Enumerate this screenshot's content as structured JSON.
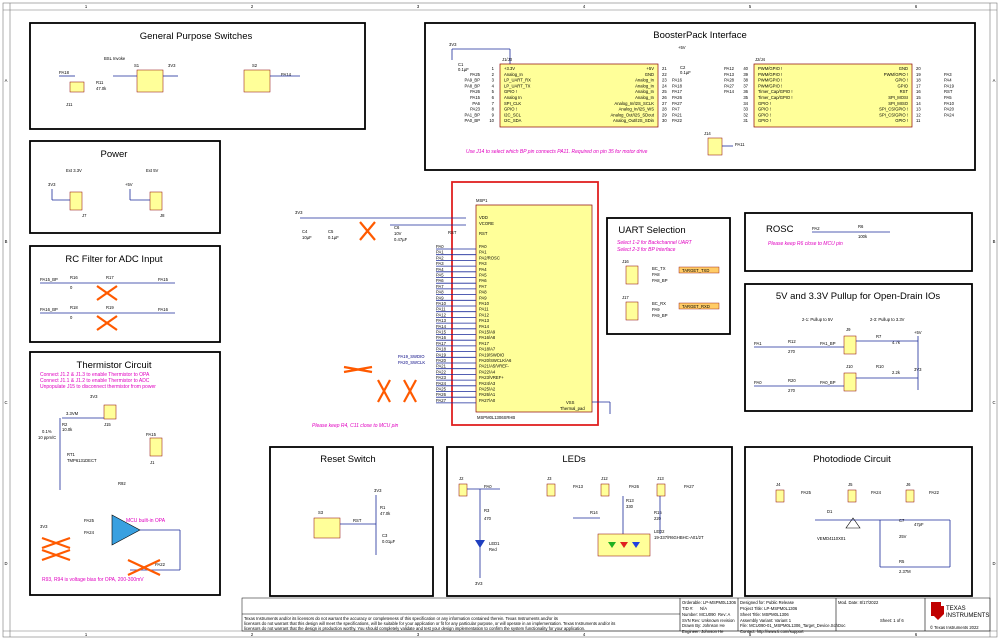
{
  "frame": {
    "columns": [
      "1",
      "2",
      "3",
      "4",
      "5",
      "6"
    ],
    "rows": [
      "A",
      "B",
      "C",
      "D"
    ]
  },
  "sections": {
    "gp_switches": "General Purpose Switches",
    "boosterpack": "BoosterPack Interface",
    "power": "Power",
    "rc_filter": "RC Filter for ADC Input",
    "thermistor": "Thermistor Circuit",
    "uart": "UART Selection",
    "rosc": "ROSC",
    "pullup": "5V and 3.3V Pullup for Open-Drain IOs",
    "reset": "Reset Switch",
    "leds": "LEDs",
    "photodiode": "Photodiode Circuit"
  },
  "notes": {
    "bp_note": "Use J14 to select which BP pin connects PA11.  Required on pin 35 for motor drive",
    "uart_note1": "Select 1-2 for Backchannel UART",
    "uart_note2": "Select 2-3 for BP Interface",
    "rosc_note": "Please keep R6 close to MCU pin",
    "mcu_note": "Please keep R4, C11 close to MCU pin",
    "therm_note1": "Connect J1.2 & J1.3 to enable Thermistor to OPA",
    "therm_note2": "Connect J1.1 & J1.2 to enable Thermistor to ADC",
    "therm_note3": "Unpopulate J15 to disconnect thermistor from power",
    "opa_note": "MCU built-in OPA",
    "bias_note": "R93, R94 is voltage bias for OPA, 200-300mV",
    "pull_a": "2-1: Pullup to 5V",
    "pull_b": "2-3: Pullup to 3.3V"
  },
  "mcu": {
    "ref": "MSP1",
    "part": "MSPM0L1306SRHB",
    "left_pins": [
      "PA0",
      "PA1",
      "PA2/ROSC",
      "PA3",
      "PA4",
      "PA5",
      "PA6",
      "PA7",
      "PA8",
      "PA9",
      "PA10",
      "PA11",
      "PA12",
      "PA13",
      "PA14",
      "PA15/A9",
      "PA16/A8",
      "PA17",
      "PA18/A7",
      "PA19/SWDIO",
      "PA20/SWCLK/A6",
      "PA21/A5/VREF-",
      "PA22/A4",
      "PA23/VREF+",
      "PA24/A3",
      "PA25/A2",
      "PA26/A1",
      "PA27/A0"
    ],
    "left_nets": [
      "PA0",
      "PA1",
      "PA2",
      "PA3",
      "PA4",
      "PA5",
      "PA6",
      "PA7",
      "PA8",
      "PA9",
      "PA10",
      "PA11",
      "PA12",
      "PA13",
      "PA14",
      "PA15",
      "PA16",
      "PA17",
      "PA18",
      "PA19",
      "PA20",
      "PA21",
      "PA22",
      "PA23",
      "PA24",
      "PA25",
      "PA26",
      "PA27"
    ],
    "power_pins": [
      "VDD",
      "VCORE",
      "RST"
    ],
    "vss": "VSS",
    "pad": "Thermal_pad",
    "swdio": "PA19_SWDIO",
    "swclk": "PA20_SWCLK"
  },
  "j1j3": {
    "ref": "J1/J3",
    "left_pins": [
      "+3.3V",
      "Analog_In",
      "LP_UART_RX",
      "LP_UART_TX",
      "GPIO !",
      "Analog In",
      "SPI_CLK",
      "GPIO !",
      "I2C_SCL",
      "I2C_SDA"
    ],
    "right_pins": [
      "+5V",
      "GND",
      "Analog_In",
      "Analog_In",
      "Analog_In",
      "Analog_In",
      "Analog_In/I2S_SCLK",
      "Analog_In/I2S_WS",
      "Analog_Out/I2S_SDout",
      "Analog_Out/I2S_SDin"
    ],
    "left_nums": [
      "1",
      "2",
      "3",
      "4",
      "5",
      "6",
      "7",
      "8",
      "9",
      "10"
    ],
    "right_nums": [
      "21",
      "22",
      "23",
      "24",
      "25",
      "26",
      "27",
      "28",
      "29",
      "30"
    ],
    "left_nets": [
      "",
      "PA25",
      "PA9_BP",
      "PA8_BP",
      "PA26",
      "PA15",
      "PA6",
      "PA23",
      "PA1_BP",
      "PA0_BP"
    ],
    "right_nets": [
      "",
      "",
      "PA16",
      "PA18",
      "PA17",
      "PA26",
      "PA27",
      "PA7",
      "PA21",
      "PA22"
    ]
  },
  "j2j4": {
    "ref": "J2/J4",
    "left_pins": [
      "PWM/GPIO !",
      "PWM/GPIO !",
      "PWM/GPIO !",
      "PWM/GPIO !",
      "Timer_Cap/GPIO !",
      "Timer_Cap/GPIO !",
      "GPIO !",
      "GPIO !",
      "GPIO !",
      "GPIO !"
    ],
    "right_pins": [
      "GND",
      "PWM/GPIO !",
      "GPIO !",
      "GPIO",
      "RST",
      "SPI_MOSI",
      "SPI_MISO",
      "SPI_CS/GPIO !",
      "SPI_CS/GPIO !",
      "GPIO !"
    ],
    "left_nums": [
      "40",
      "39",
      "38",
      "37",
      "36",
      "35",
      "34",
      "33",
      "32",
      "31"
    ],
    "right_nums": [
      "20",
      "19",
      "18",
      "17",
      "16",
      "15",
      "14",
      "13",
      "12",
      "11"
    ],
    "left_nets": [
      "PA12",
      "PA13",
      "PA28",
      "PA27",
      "PA14",
      "",
      "",
      "",
      "",
      ""
    ],
    "right_nets": [
      "",
      "PA3",
      "PA4",
      "PA19",
      "RST",
      "PA5",
      "PA10",
      "PA20",
      "PA24",
      ""
    ]
  },
  "components": {
    "c1": "C1",
    "c1v": "0.1µF",
    "c2": "C2",
    "c2v": "0.1µF",
    "v33": "3V3",
    "v5": "+5V",
    "j14": "J14",
    "pa11": "PA11",
    "s1": "S1",
    "s2": "S2",
    "bsl": "BSL Invoke",
    "r11": "R11",
    "r11v": "47.0k",
    "j11": "J11",
    "pa18": "PA18",
    "pa14": "PA14",
    "ext33": "Ext 3.3V",
    "ext5": "Ext 5V",
    "j7": "J7",
    "j8": "J8",
    "c4": "C4",
    "c4v": "10µF",
    "c5": "C5",
    "c5v": "0.1µF",
    "c6": "C6",
    "c6v1": "10V",
    "c6v2": "0.47µF",
    "r16": "R16",
    "r17": "R17",
    "r18": "R18",
    "r19": "R19",
    "zero": "0",
    "pa15bp": "PA15_BP",
    "pa16bp": "PA16_BP",
    "pa15": "PA15",
    "pa16": "PA16",
    "j16": "J16",
    "j17": "J17",
    "bctx": "BC_TX",
    "pa8": "PA8",
    "pa8bp": "PA8_BP",
    "bcrx": "BC_RX",
    "pa9": "PA9",
    "pa9bp": "PA9_BP",
    "ttx": "TARGET_TXD",
    "trx": "TARGET_RXD",
    "r6": "R6",
    "r6v": "100k",
    "pa2": "PA2",
    "j9": "J9",
    "j10": "J10",
    "r12": "R12",
    "r20": "R20",
    "r7": "R7",
    "r10": "R10",
    "r270": "270",
    "r47k": "4.7k",
    "r22k": "2.2k",
    "pa1": "PA1",
    "pa1bp": "PA1_BP",
    "pa0": "PA0",
    "pa0bp": "PA0_BP",
    "v33m": "3.3VM",
    "r2": "R2",
    "r2v": "10.0k",
    "pct": "0.1%",
    "ppm": "10 ppm/C",
    "rt1": "RT1",
    "rt1v": "TMP6131DECT",
    "j15": "J15",
    "j1": "J1",
    "r92": "R92",
    "pa25": "PA25",
    "pa24": "PA24",
    "pa22": "PA22",
    "s3": "S3",
    "rst": "RST",
    "r1": "R1",
    "r1v": "47.0k",
    "c3": "C3",
    "c3v": "0.01µF",
    "j2": "J2",
    "pa0n": "PA0",
    "r3": "R3",
    "r3v": "470",
    "led1": "LED1",
    "led1c": "Red",
    "j3": "J3",
    "j12": "J12",
    "j13": "J13",
    "pa13": "PA13",
    "pa26": "PA26",
    "pa27": "PA27",
    "r14": "R14",
    "r13": "R13",
    "r15": "R15",
    "r330": "330",
    "r220": "220",
    "led2": "LED2",
    "led2v": "19-337/R6GHBHC-A01/2T",
    "j4": "J4",
    "j5": "J5",
    "j6": "J6",
    "d1": "D1",
    "d1v": "VEMD4110X01",
    "c7": "C7",
    "c7v1": "25V",
    "c7v2": "47pF",
    "r5": "R5",
    "r5v": "2.37M",
    "gnd": "GND"
  },
  "titleblock": {
    "orderable": "Orderable: LP-MSPM0L1306",
    "tid": "TID #:",
    "tidv": "N/A",
    "number": "Number: MCU090",
    "rev": "Rev: A",
    "svn": "SVN Rev: Unknown revision",
    "drawn": "Drawn By: Johnson He",
    "engineer": "Engineer: Johnson He",
    "designed": "Designed for: Public Release",
    "project": "Project Title: LP-MSPM0L1306",
    "sheet_title": "Sheet Title: MSPM0L1306",
    "assembly": "Assembly Variant: Variant 1",
    "file": "File: MCU090-01_MSPM0L1306_Target_Device.SchDoc",
    "contact": "Contact: http://www.ti.com/support",
    "moddate": "Mod. Date: 8/17/2022",
    "sheet": "Sheet: 1  of  6",
    "copyright": "© Texas Instruments 2022",
    "company1": "TEXAS",
    "company2": "INSTRUMENTS",
    "disclaimer1": "Texas Instruments and/or its licensors do not warrant the accuracy or completeness of this specification or any information contained therein. Texas Instruments and/or its",
    "disclaimer2": "licensors do not warrant that this design will meet the specifications, will be suitable for your application or fit for any particular purpose, or will operate in an implementation. Texas Instruments and/or its",
    "disclaimer3": "licensors do not warrant that the design is production worthy. You should completely validate and test your design implementation to confirm the system functionality for your application."
  }
}
